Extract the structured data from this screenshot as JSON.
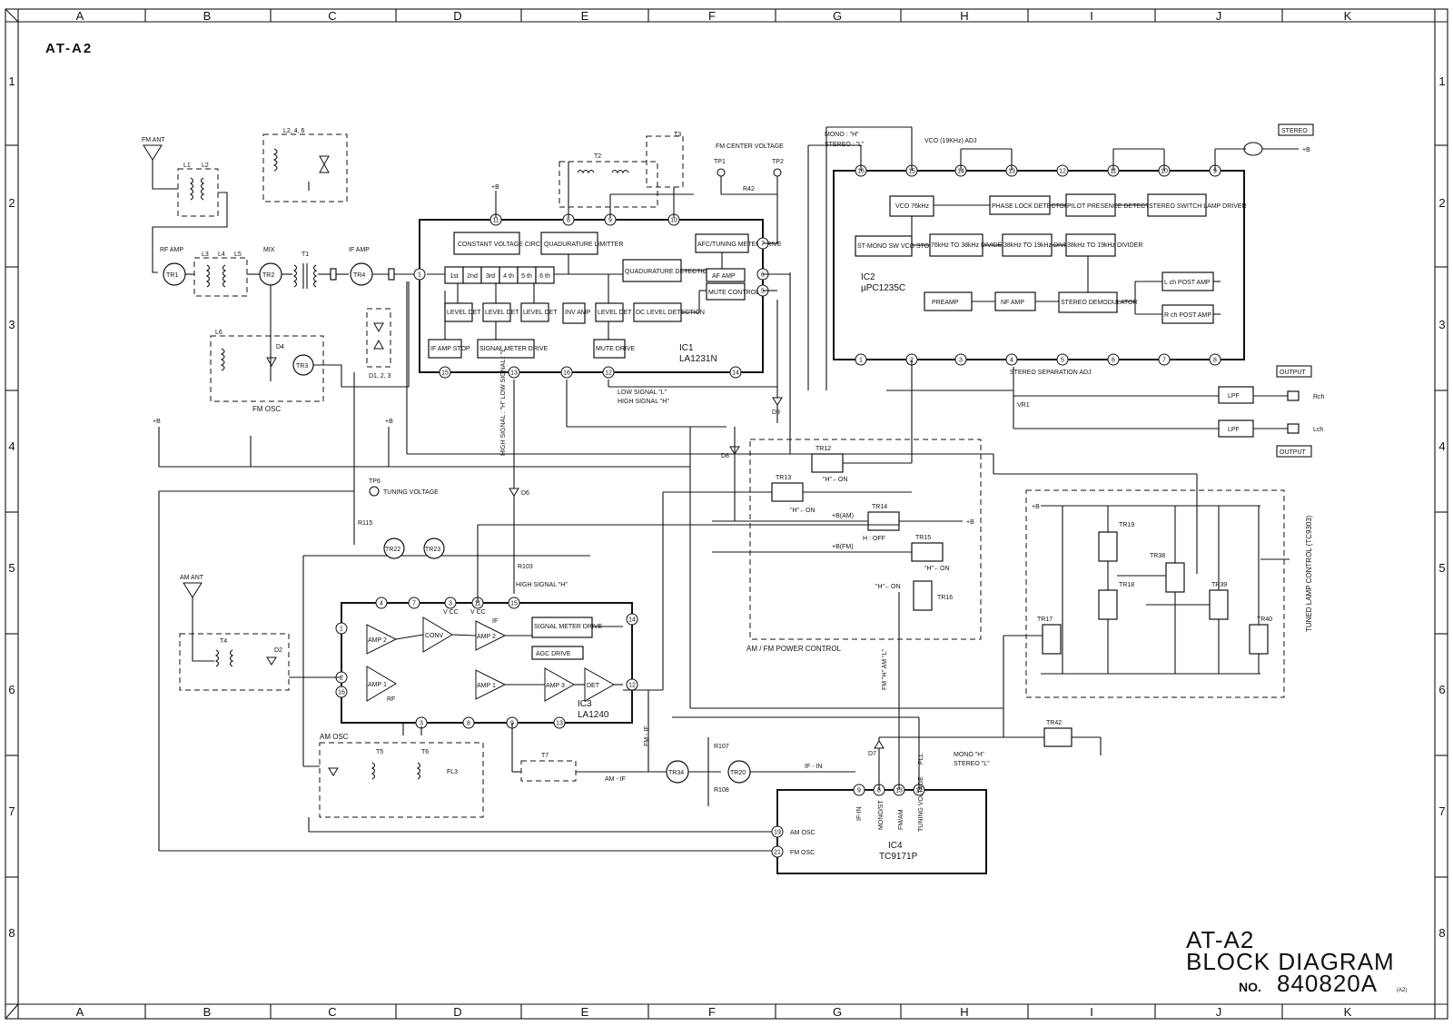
{
  "model_tag": "AT-A2",
  "title_block": {
    "line1": "AT-A2",
    "line2": "BLOCK DIAGRAM",
    "no_prefix": "NO.",
    "number": "840820A",
    "suffix": "(A2)"
  },
  "grid": {
    "cols": [
      "A",
      "B",
      "C",
      "D",
      "E",
      "F",
      "G",
      "H",
      "I",
      "J",
      "K"
    ],
    "rows": [
      "1",
      "2",
      "3",
      "4",
      "5",
      "6",
      "7",
      "8"
    ]
  },
  "ic1": {
    "name": "IC1",
    "part": "LA1231N",
    "blocks": {
      "constant_voltage": "CONSTANT VOLTAGE CIRCUIT",
      "quad_limiter": "QUADURATURE LIMITTER",
      "afc_meter": "AFC/TUNING METER DRIVE",
      "quad_detection": "QUADURATURE DETECTION",
      "af_amp": "AF AMP",
      "mute_control": "MUTE CONTROL",
      "stage1": "1st",
      "stage2": "2nd",
      "stage3": "3rd",
      "stage4": "4 th",
      "stage5": "5 th",
      "stage6": "6 th",
      "level_det": "LEVEL DET",
      "inv_amp": "INV AMP",
      "dc_level": "DC LEVEL DETECTION",
      "if_amp_stop": "IF AMP STOP",
      "signal_meter": "SIGNAL METER DRIVE",
      "mute_drive": "MUTE DRIVE"
    }
  },
  "ic2": {
    "name": "IC2",
    "part": "µPC1235C",
    "blocks": {
      "vco": "VCO 76kHz",
      "pll": "PHASE LOCK DETECTOR",
      "pilot": "PILOT PRESENCE DETECTOR",
      "lamp_driver": "STEREO SWITCH LAMP DRIVER",
      "st_mono": "ST-MONO SW VCO STOP SW",
      "div1": "76kHz TO 38kHz DIVIDER",
      "div2": "38kHz TO 19kHz DIVIDER",
      "div3": "38kHz TO 19kHz DIVIDER",
      "preamp": "PREAMP",
      "nfamp": "NF AMP",
      "demod": "STEREO DEMODULATOR",
      "lpost": "L ch POST AMP",
      "rpost": "R ch POST AMP"
    }
  },
  "ic3": {
    "name": "IC3",
    "part": "LA1240",
    "blocks": {
      "amp2": "AMP 2",
      "conv": "CONV",
      "amp2if": "AMP 2",
      "amp1": "AMP 1",
      "amp1if": "AMP 1",
      "amp3": "AMP 3",
      "det": "DET",
      "sig_meter": "SIGNAL METER DRIVE",
      "agc": "AGC DRIVE",
      "rf": "RF",
      "if": "IF",
      "vcc": "V CC"
    }
  },
  "ic4": {
    "name": "IC4",
    "part": "TC9171P",
    "pins": {
      "if_in": "IF-IN",
      "mono_st": "MONO/ST",
      "fm_am": "FM/AM",
      "tuning": "TUNING VOLTAGE",
      "am_osc": "AM OSC",
      "fm_osc": "FM OSC"
    }
  },
  "labels": {
    "fm_ant": "FM ANT",
    "am_ant": "AM ANT",
    "rf_amp": "RF AMP",
    "mix": "MIX",
    "if_amp": "IF AMP",
    "fm_osc": "FM OSC",
    "am_osc": "AM OSC",
    "l246": "L2, 4, 6",
    "l1": "L1",
    "l2": "L2",
    "l3": "L3",
    "l4": "L4",
    "l5": "L5",
    "l6": "L6",
    "t1": "T1",
    "t2": "T2",
    "t3": "T3",
    "t4": "T4",
    "t5": "T5",
    "t6": "T6",
    "t7": "T7",
    "fl3": "FL3",
    "d4": "D4",
    "d123": "D1, 2, 3",
    "d2": "D2",
    "d6": "D6",
    "d7": "D7",
    "d8": "D8",
    "d9": "D9",
    "tp1": "TP1",
    "tp2": "TP2",
    "tp6": "TP6",
    "tuning_voltage": "TUNING VOLTAGE",
    "fm_center": "FM CENTER VOLTAGE",
    "r42": "R42",
    "r115": "R115",
    "r103": "R103",
    "r107": "R107",
    "r108": "R108",
    "mono_h": "MONO : \"H\"",
    "stereo_l": "STEREO : \"L\"",
    "vco_adj": "VCO (19KHz) ADJ",
    "stereo": "STEREO",
    "output": "OUTPUT",
    "lpf": "LPF",
    "rch": "Rch",
    "lch": "Lch",
    "stereo_sep": "STEREO SEPARATION ADJ",
    "vr1": "VR1",
    "low_signal": "LOW SIGNAL \"L\"",
    "high_signal": "HIGH SIGNAL \"H\"",
    "high_low": "HIGH SIGNAL : \"H\"  LOW SIGNAL : \"L\"",
    "high_h": "HIGH SIGNAL \"H\"",
    "am_fm_power": "AM / FM POWER CONTROL",
    "b_am": "+B(AM)",
    "b_fm": "+B(FM)",
    "h_off": "H : OFF",
    "h_on": "\"H\"←ON",
    "tuned_lamp": "TUNED LAMP CONTROL (TC9303)",
    "fm_if": "FM - IF",
    "am_if": "AM - IF",
    "if_in": "IF - IN",
    "pll": "PLL",
    "mono_h2": "MONO  \"H\"",
    "stereo_l2": "STEREO  \"L\"",
    "fm_am_hl": "FM \"H\" AM \"L\"",
    "plus_b": "+B",
    "tr1": "TR1",
    "tr2": "TR2",
    "tr3": "TR3",
    "tr4": "TR4",
    "tr12": "TR12",
    "tr13": "TR13",
    "tr14": "TR14",
    "tr15": "TR15",
    "tr16": "TR16",
    "tr17": "TR17",
    "tr18": "TR18",
    "tr19": "TR19",
    "tr20": "TR20",
    "tr22": "TR22",
    "tr23": "TR23",
    "tr34": "TR34",
    "tr38": "TR38",
    "tr39": "TR39",
    "tr40": "TR40",
    "tr42": "TR42"
  }
}
